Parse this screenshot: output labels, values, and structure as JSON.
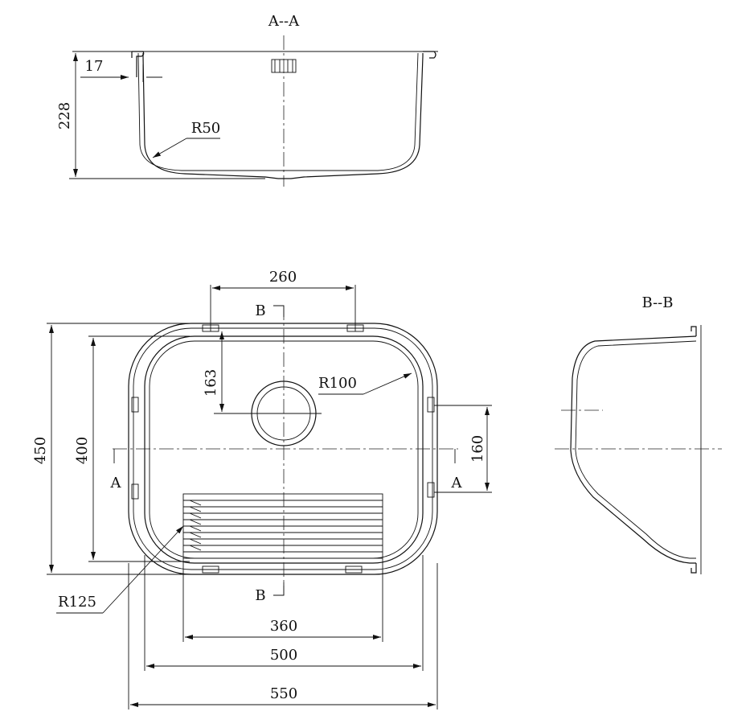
{
  "sections": {
    "a_a": "A--A",
    "b_b": "B--B",
    "a_mark": "A",
    "b_mark": "B"
  },
  "dimensions": {
    "flange": "17",
    "depth": "228",
    "radius_bottom": "R50",
    "drain_spacing": "260",
    "drain_offset": "163",
    "corner_radius": "R100",
    "bracket_spacing": "160",
    "outer_depth": "450",
    "inner_depth": "400",
    "drainer_radius": "R125",
    "drainer_width": "360",
    "inner_width": "500",
    "outer_width": "550"
  },
  "colors": {
    "line": "#111111",
    "background": "#ffffff"
  }
}
